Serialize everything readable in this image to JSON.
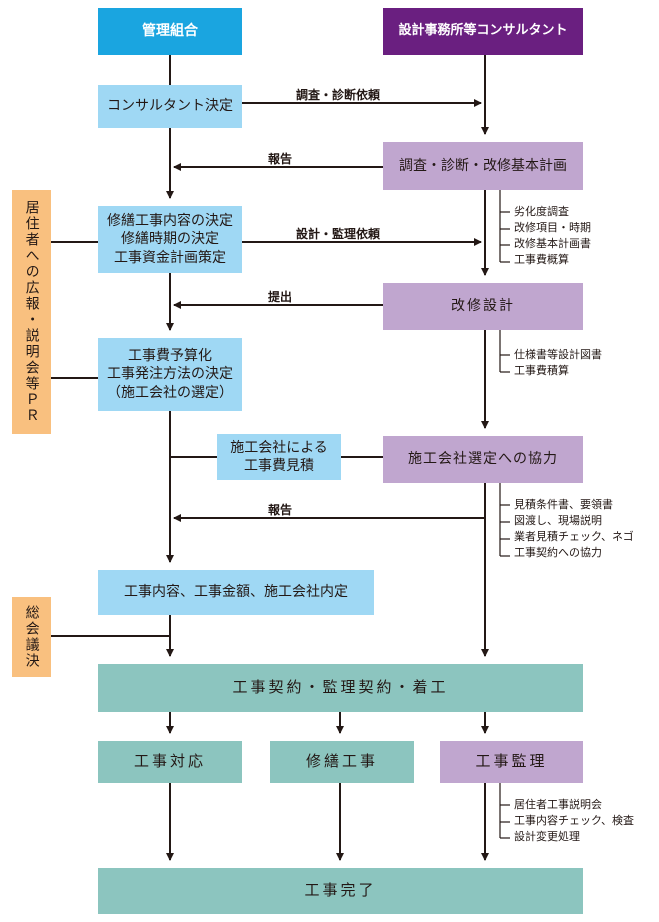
{
  "headers": {
    "left": "管理組合",
    "right": "設計事務所等コンサルタント"
  },
  "left_boxes": {
    "consultant_decision": "コンサルタント決定",
    "repair_content": [
      "修繕工事内容の決定",
      "修繕時期の決定",
      "工事資金計画策定"
    ],
    "budget": [
      "工事費予算化",
      "工事発注方法の決定",
      "（施工会社の選定）"
    ],
    "contractor_estimate": [
      "施工会社による",
      "工事費見積"
    ],
    "final_decision": "工事内容、工事金額、施工会社内定"
  },
  "right_boxes": {
    "survey_plan": "調査・診断・改修基本計画",
    "design": "改修設計",
    "selection_support": "施工会社選定への協力"
  },
  "side_boxes": {
    "residents_pr": "居住者への広報・説明会等ＰＲ",
    "general_meeting": "総会議決"
  },
  "arrow_labels": {
    "survey_request": "調査・診断依頼",
    "report1": "報告",
    "design_request": "設計・監理依頼",
    "submit": "提出",
    "report2": "報告"
  },
  "notes": {
    "survey_plan": [
      "劣化度調査",
      "改修項目・時期",
      "改修基本計画書",
      "工事費概算"
    ],
    "design": [
      "仕様書等設計図書",
      "工事費積算"
    ],
    "selection_support": [
      "見積条件書、要領書",
      "図渡し、現場説明",
      "業者見積チェック、ネゴ",
      "工事契約への協力"
    ],
    "supervision": [
      "居住者工事説明会",
      "工事内容チェック、検査",
      "設計変更処理"
    ]
  },
  "bottom": {
    "contract": "工事契約・監理契約・着工",
    "handling": "工事対応",
    "repair_work": "修繕工事",
    "supervision": "工事監理",
    "completion": "工事完了"
  },
  "colors": {
    "header_left": "#1aa5e0",
    "header_right": "#6a1f80",
    "light_blue": "#9fd8f4",
    "light_purple": "#c0a6cf",
    "orange": "#f9c07f",
    "teal": "#8cc5bf"
  }
}
